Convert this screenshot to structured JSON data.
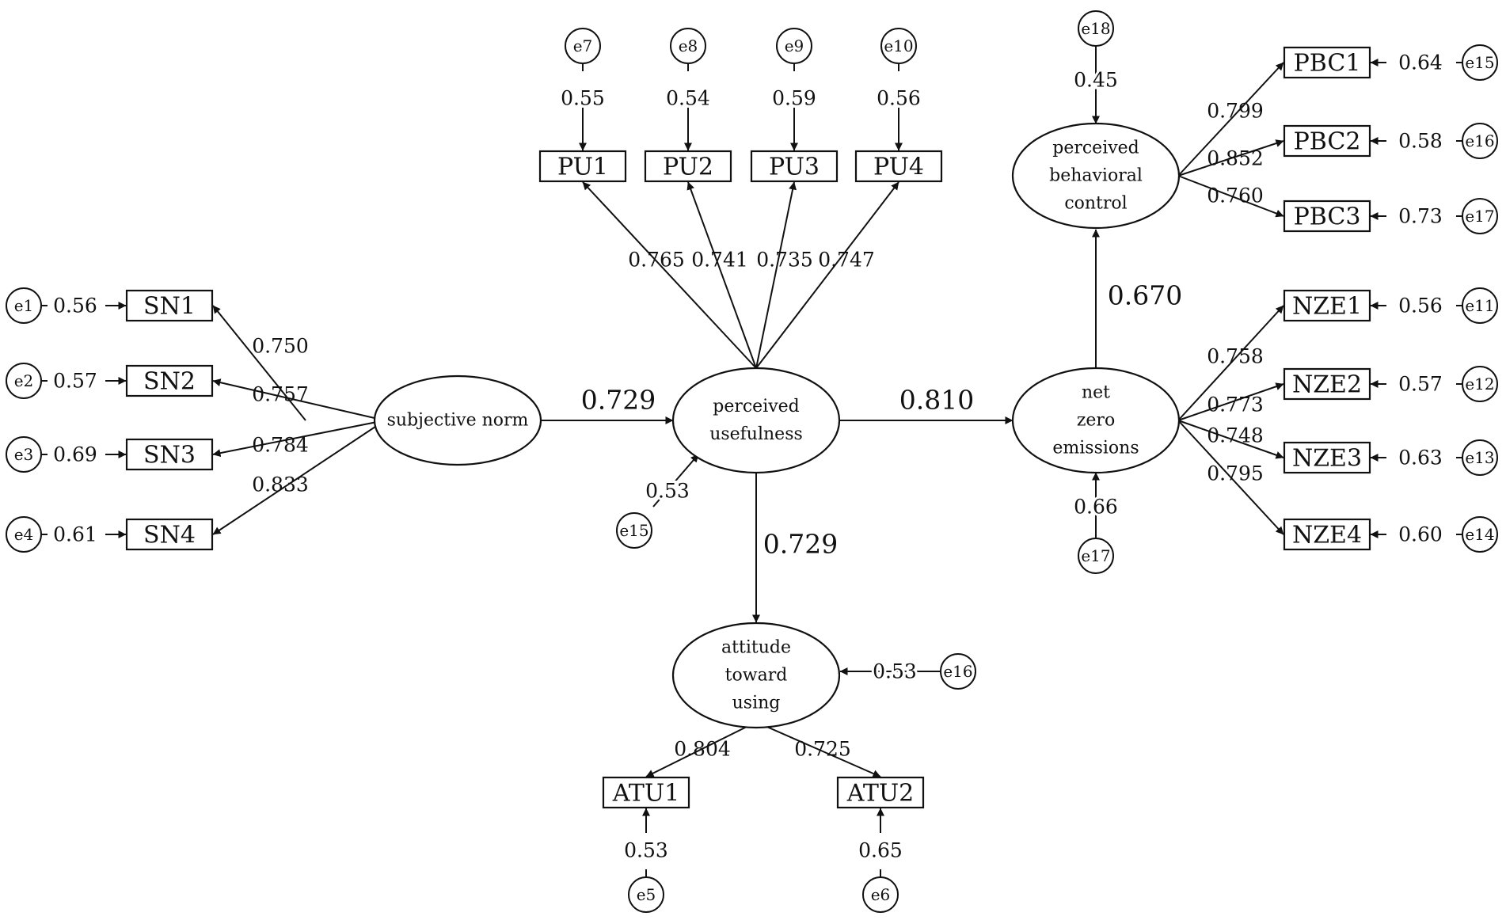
{
  "diagram": {
    "latent_factors": [
      {
        "id": "SN",
        "lines": [
          "subjective norm"
        ]
      },
      {
        "id": "PU",
        "lines": [
          "perceived",
          "usefulness"
        ]
      },
      {
        "id": "NZE",
        "lines": [
          "net",
          "zero",
          "emissions"
        ]
      },
      {
        "id": "PBC",
        "lines": [
          "perceived",
          "behavioral",
          "control"
        ]
      },
      {
        "id": "ATU",
        "lines": [
          "attitude",
          "toward",
          "using"
        ]
      }
    ],
    "indicators": [
      {
        "id": "SN1",
        "label": "SN1",
        "factor": "SN",
        "loading": "0.750",
        "error": "e1",
        "error_value": "0.56"
      },
      {
        "id": "SN2",
        "label": "SN2",
        "factor": "SN",
        "loading": "0.757",
        "error": "e2",
        "error_value": "0.57"
      },
      {
        "id": "SN3",
        "label": "SN3",
        "factor": "SN",
        "loading": "0.784",
        "error": "e3",
        "error_value": "0.69"
      },
      {
        "id": "SN4",
        "label": "SN4",
        "factor": "SN",
        "loading": "0.833",
        "error": "e4",
        "error_value": "0.61"
      },
      {
        "id": "PU1",
        "label": "PU1",
        "factor": "PU",
        "loading": "0.765",
        "error": "e7",
        "error_value": "0.55"
      },
      {
        "id": "PU2",
        "label": "PU2",
        "factor": "PU",
        "loading": "0.741",
        "error": "e8",
        "error_value": "0.54"
      },
      {
        "id": "PU3",
        "label": "PU3",
        "factor": "PU",
        "loading": "0.735",
        "error": "e9",
        "error_value": "0.59"
      },
      {
        "id": "PU4",
        "label": "PU4",
        "factor": "PU",
        "loading": "0.747",
        "error": "e10",
        "error_value": "0.56"
      },
      {
        "id": "PBC1",
        "label": "PBC1",
        "factor": "PBC",
        "loading": "0.799",
        "error": "e15",
        "error_value": "0.64"
      },
      {
        "id": "PBC2",
        "label": "PBC2",
        "factor": "PBC",
        "loading": "0.852",
        "error": "e16",
        "error_value": "0.58"
      },
      {
        "id": "PBC3",
        "label": "PBC3",
        "factor": "PBC",
        "loading": "0.760",
        "error": "e17",
        "error_value": "0.73"
      },
      {
        "id": "NZE1",
        "label": "NZE1",
        "factor": "NZE",
        "loading": "0.758",
        "error": "e11",
        "error_value": "0.56"
      },
      {
        "id": "NZE2",
        "label": "NZE2",
        "factor": "NZE",
        "loading": "0.773",
        "error": "e12",
        "error_value": "0.57"
      },
      {
        "id": "NZE3",
        "label": "NZE3",
        "factor": "NZE",
        "loading": "0.748",
        "error": "e13",
        "error_value": "0.63"
      },
      {
        "id": "NZE4",
        "label": "NZE4",
        "factor": "NZE",
        "loading": "0.795",
        "error": "e14",
        "error_value": "0.60"
      },
      {
        "id": "ATU1",
        "label": "ATU1",
        "factor": "ATU",
        "loading": "0.804",
        "error": "e5",
        "error_value": "0.53"
      },
      {
        "id": "ATU2",
        "label": "ATU2",
        "factor": "ATU",
        "loading": "0.725",
        "error": "e6",
        "error_value": "0.65"
      }
    ],
    "structural_paths": [
      {
        "from": "SN",
        "to": "PU",
        "value": "0.729"
      },
      {
        "from": "PU",
        "to": "NZE",
        "value": "0.810"
      },
      {
        "from": "NZE",
        "to": "PBC",
        "value": "0.670"
      },
      {
        "from": "PU",
        "to": "ATU",
        "value": "0.729"
      }
    ],
    "factor_errors": [
      {
        "factor": "PU",
        "error": "e15",
        "value": "0.53"
      },
      {
        "factor": "PBC",
        "error": "e18",
        "value": "0.45"
      },
      {
        "factor": "NZE",
        "error": "e17",
        "value": "0.66"
      },
      {
        "factor": "ATU",
        "error": "e16",
        "value": "0.53"
      }
    ]
  }
}
